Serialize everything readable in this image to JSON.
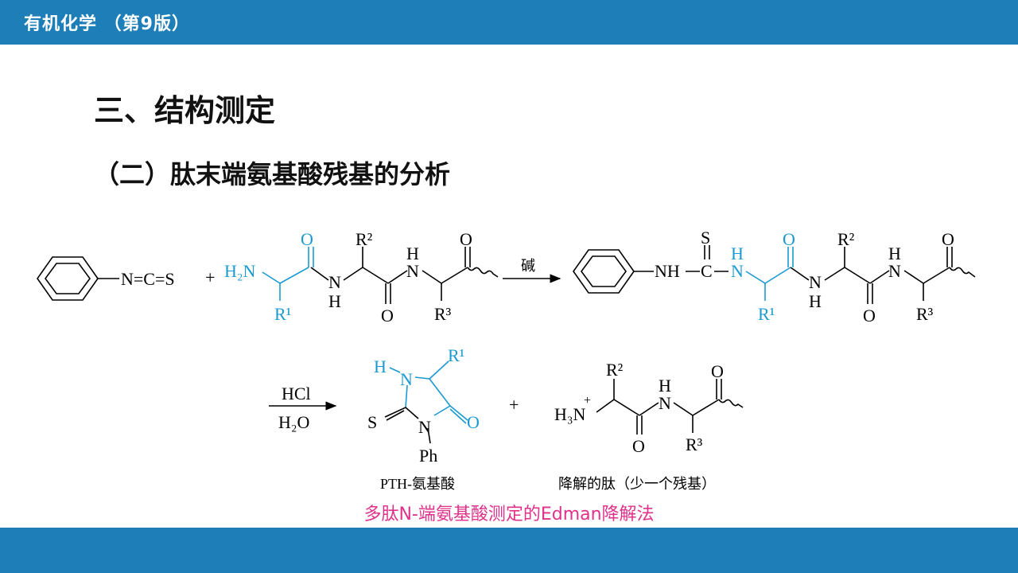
{
  "header": {
    "title": "有机化学 （第9版）"
  },
  "section": {
    "title": "三、结构测定",
    "subtitle": "（二）肽末端氨基酸残基的分析"
  },
  "scheme": {
    "reagent_text": "N=C=S",
    "plus": "+",
    "h2n": "H₂N",
    "o": "O",
    "n": "N",
    "h": "H",
    "s": "S",
    "r1": "R¹",
    "r2": "R²",
    "r3": "R³",
    "base": "碱",
    "nh": "NH",
    "c": "C",
    "hcl": "HCl",
    "h2o": "H₂O",
    "ph": "Ph",
    "h3n": "H₃N",
    "charge": "+",
    "pth_label": "PTH-氨基酸",
    "peptide_label": "降解的肽（少一个残基）"
  },
  "caption": "多肽N-端氨基酸测定的Edman降解法",
  "colors": {
    "bar": "#1e7fb8",
    "highlight": "#1a9ad0",
    "caption": "#e0318a"
  }
}
